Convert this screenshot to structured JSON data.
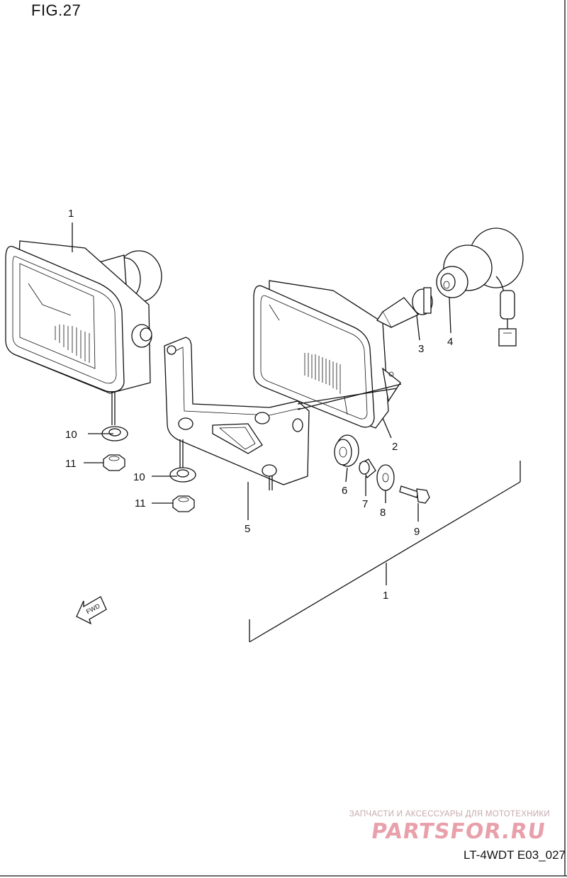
{
  "figure": {
    "title": "FIG.27",
    "code": "LT-4WDT E03_027"
  },
  "callouts": [
    {
      "id": "c1-top",
      "text": "1"
    },
    {
      "id": "c2",
      "text": "2"
    },
    {
      "id": "c3",
      "text": "3"
    },
    {
      "id": "c4",
      "text": "4"
    },
    {
      "id": "c5",
      "text": "5"
    },
    {
      "id": "c6",
      "text": "6"
    },
    {
      "id": "c7",
      "text": "7"
    },
    {
      "id": "c8",
      "text": "8"
    },
    {
      "id": "c9",
      "text": "9"
    },
    {
      "id": "c10-left",
      "text": "10"
    },
    {
      "id": "c10-mid",
      "text": "10"
    },
    {
      "id": "c11-left",
      "text": "11"
    },
    {
      "id": "c11-mid",
      "text": "11"
    },
    {
      "id": "c1-bracket",
      "text": "1"
    }
  ],
  "fwd_arrow": {
    "label": "FWD"
  },
  "watermark": {
    "tagline": "ЗАПЧАСТИ И АКСЕССУАРЫ ДЛЯ МОТОТЕХНИКИ",
    "logo": "PARTSFOR.RU"
  }
}
